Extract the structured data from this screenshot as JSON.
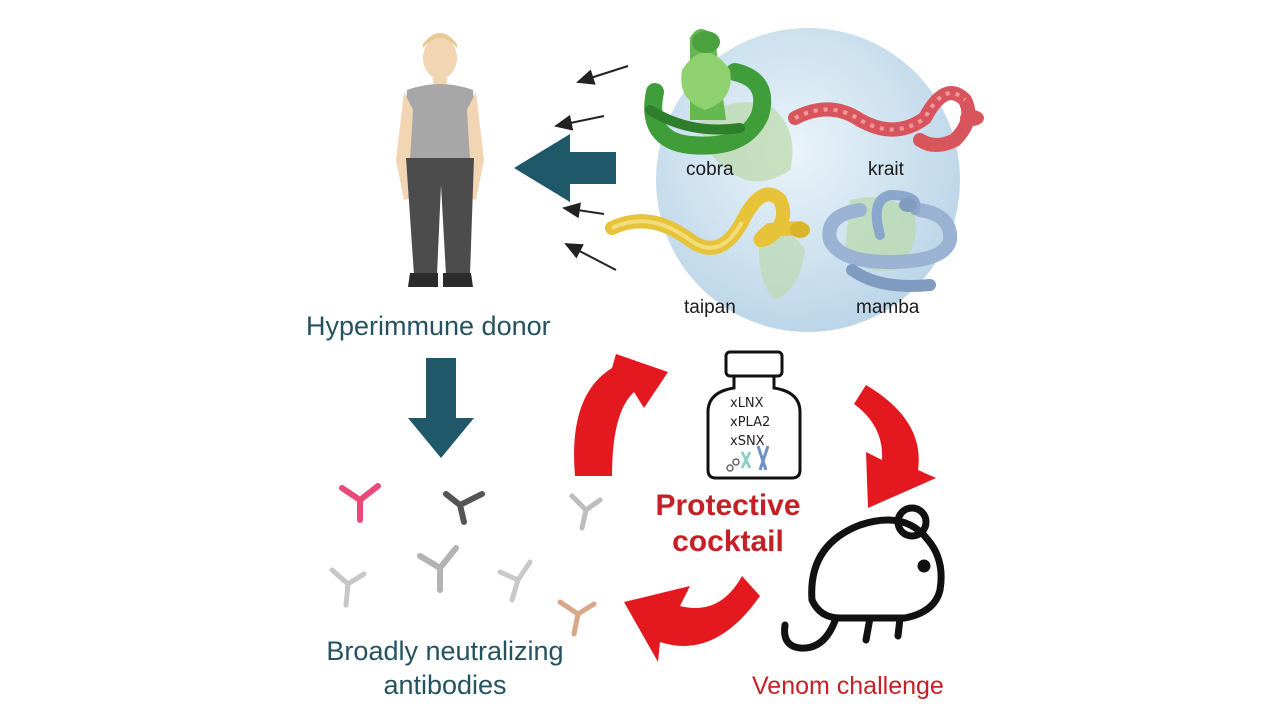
{
  "donor": {
    "label": "Hyperimmune donor"
  },
  "snakes": {
    "cobra": "cobra",
    "krait": "krait",
    "taipan": "taipan",
    "mamba": "mamba"
  },
  "vial": {
    "lines": [
      "xLNX",
      "xPLA2",
      "xSNX"
    ]
  },
  "cocktail": {
    "line1": "Protective",
    "line2": "cocktail"
  },
  "antibodies": {
    "line1": "Broadly neutralizing",
    "line2": "antibodies"
  },
  "challenge": {
    "label": "Venom challenge"
  },
  "colors": {
    "teal_arrow": "#1f5869",
    "red_arrow": "#e3191f",
    "label_teal": "#24535f",
    "label_red": "#c62026",
    "globe": "#cfe3f0"
  }
}
